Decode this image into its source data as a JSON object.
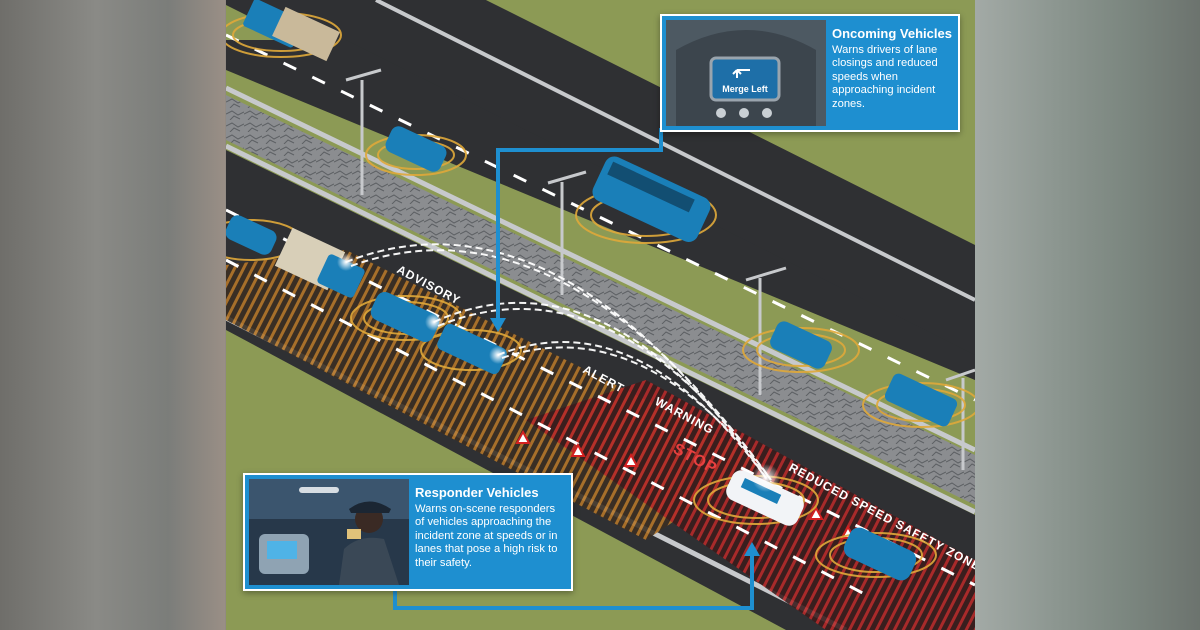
{
  "callouts": {
    "oncoming": {
      "title": "Oncoming Vehicles",
      "body": "Warns drivers of lane closings and reduced speeds when approaching incident zones.",
      "display_text": "Merge Left"
    },
    "responder": {
      "title": "Responder Vehicles",
      "body": "Warns on-scene responders of vehicles approaching the incident zone at speeds or in lanes that pose a high risk to their safety."
    }
  },
  "zones": {
    "advisory": "ADVISORY",
    "alert": "ALERT",
    "warning": "WARNING",
    "reduced": "REDUCED SPEED SAFETY ZONE",
    "stop": "STOP"
  },
  "colors": {
    "accent": "#1e8fd0",
    "road": "#2f3033",
    "grass": "#8c9a55",
    "zone_amber": "#d08a2a",
    "zone_red": "#c22a2a",
    "vehicle": "#1a7fb8"
  }
}
